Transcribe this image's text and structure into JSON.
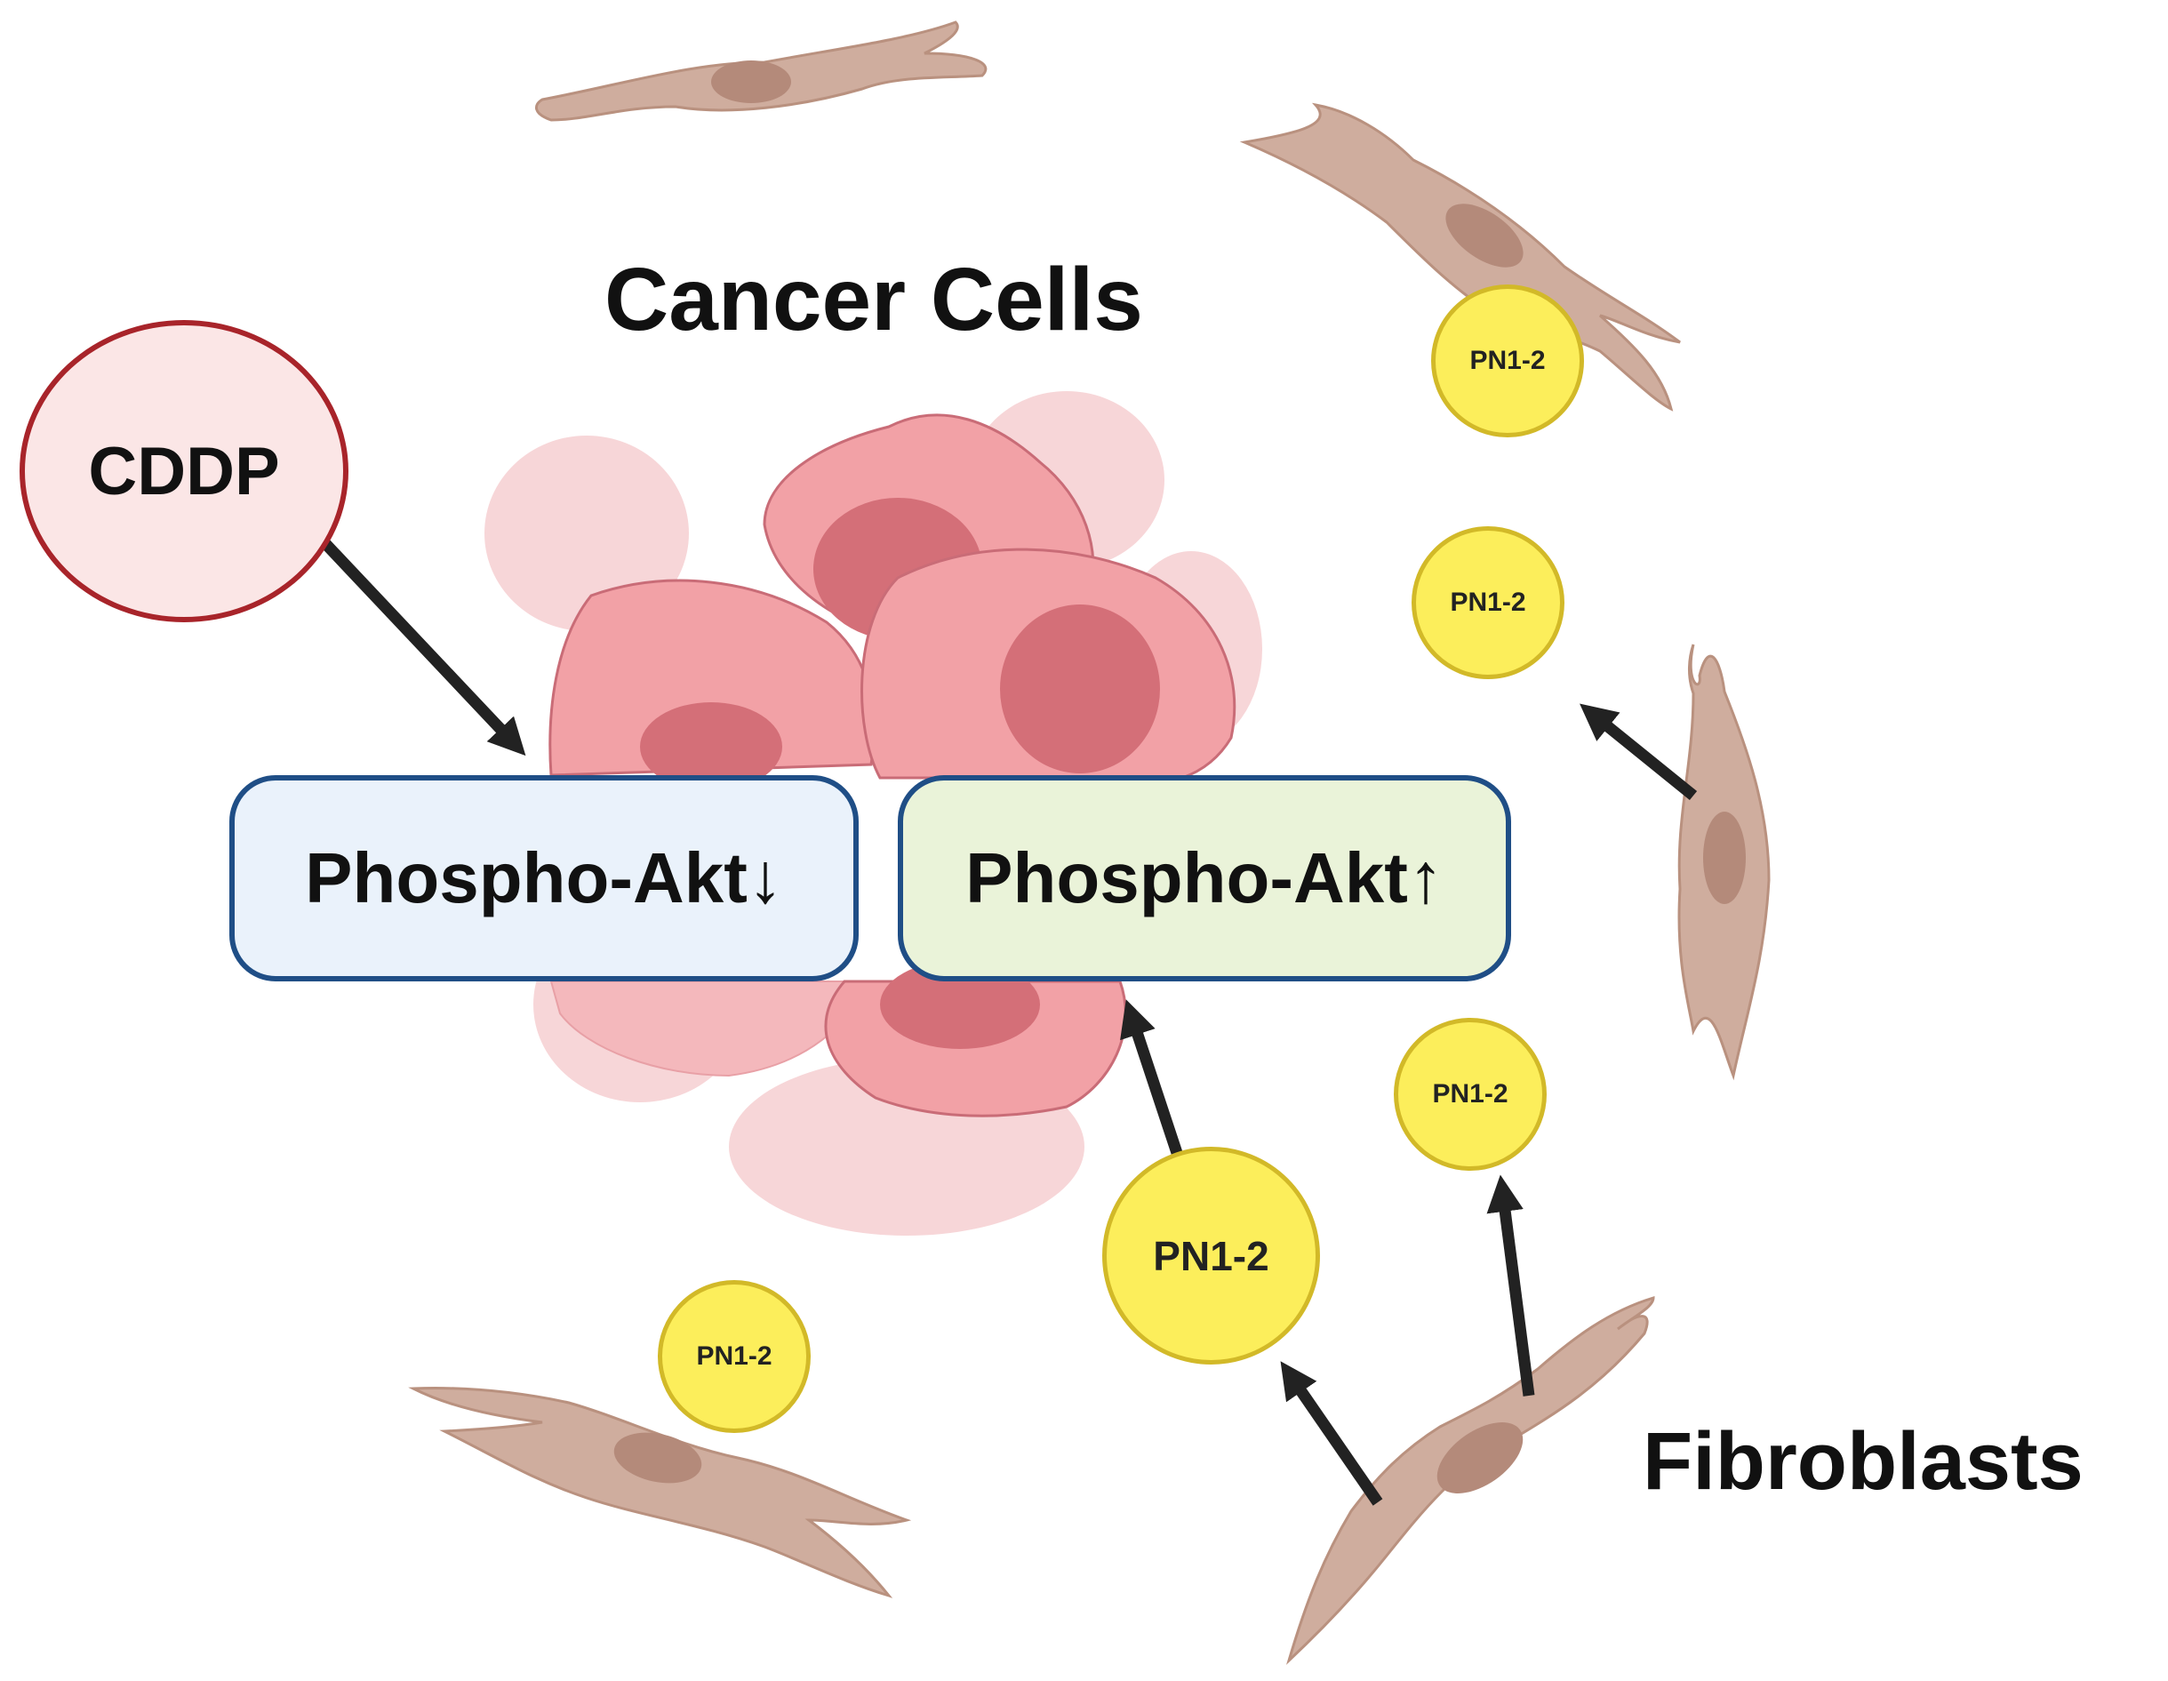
{
  "labels": {
    "cancer_cells": "Cancer Cells",
    "fibroblasts": "Fibroblasts",
    "cddp": "CDDP",
    "phospho_akt_down": "Phospho-Akt↓",
    "phospho_akt_up": "Phospho-Akt↑",
    "pn1_2": "PN1-2"
  },
  "colors": {
    "fibroblast_fill": "#cfad9e",
    "fibroblast_nucleus": "#b48a7a",
    "cancer_cell_fill": "#f2a1a6",
    "cancer_cell_nucleus": "#d46f78",
    "pn1_2_fill": "#fcee5b",
    "cddp_border": "#a8242a",
    "akt_border": "#1f4e86",
    "arrow": "#222222"
  }
}
